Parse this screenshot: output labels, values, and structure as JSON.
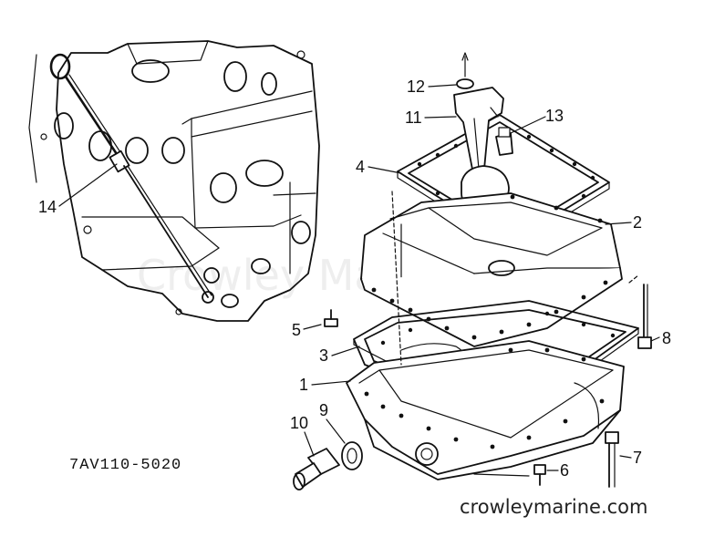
{
  "diagram": {
    "part_code": "7AV110-5020",
    "site_label": "crowleymarine.com",
    "watermark": "Crowley Marine",
    "callouts": [
      {
        "id": "1",
        "label": "1"
      },
      {
        "id": "2",
        "label": "2"
      },
      {
        "id": "3",
        "label": "3"
      },
      {
        "id": "4",
        "label": "4"
      },
      {
        "id": "5",
        "label": "5"
      },
      {
        "id": "6",
        "label": "6"
      },
      {
        "id": "7",
        "label": "7"
      },
      {
        "id": "8",
        "label": "8"
      },
      {
        "id": "9",
        "label": "9"
      },
      {
        "id": "10",
        "label": "10"
      },
      {
        "id": "11",
        "label": "11"
      },
      {
        "id": "12",
        "label": "12"
      },
      {
        "id": "13",
        "label": "13"
      },
      {
        "id": "14",
        "label": "14"
      }
    ]
  }
}
